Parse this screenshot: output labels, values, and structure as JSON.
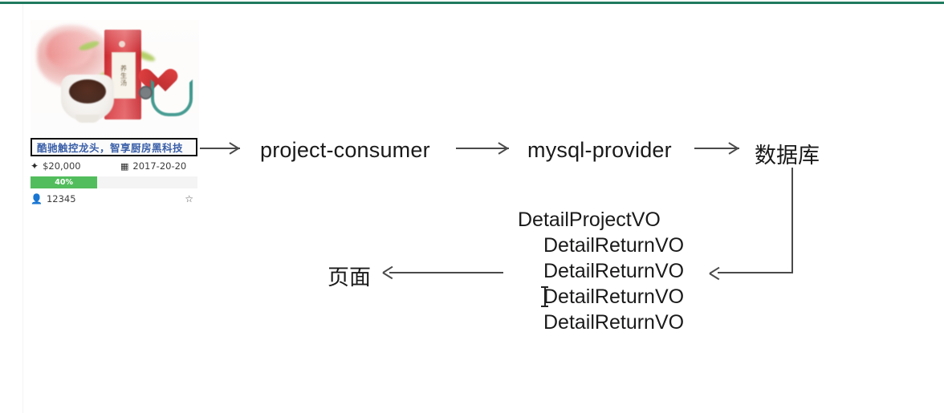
{
  "page": {
    "accent_color": "#1f7a5e",
    "background": "#ffffff"
  },
  "card": {
    "title": "酷驰触控龙头，智享厨房黑科技",
    "title_color": "#3a5fa8",
    "price_icon": "money-icon",
    "price": "$20,000",
    "date_icon": "calendar-icon",
    "date": "2017-20-20",
    "progress_label": "40%",
    "progress_percent": 40,
    "progress_color": "#52bd5c",
    "backers_icon": "user-icon",
    "backers": "12345",
    "favorite_icon": "star-icon",
    "photo_alt": "product-photo"
  },
  "flow": {
    "nodes": [
      {
        "id": "consumer",
        "label": "project-consumer"
      },
      {
        "id": "provider",
        "label": "mysql-provider"
      },
      {
        "id": "database",
        "label": "数据库"
      },
      {
        "id": "page",
        "label": "页面"
      }
    ],
    "arrows": [
      {
        "id": "card-to-consumer",
        "direction": "right"
      },
      {
        "id": "consumer-to-provider",
        "direction": "right"
      },
      {
        "id": "provider-to-database",
        "direction": "right"
      },
      {
        "id": "vo-to-page",
        "direction": "left"
      },
      {
        "id": "database-to-vo",
        "direction": "left-elbow"
      }
    ]
  },
  "vo_block": {
    "lines": [
      {
        "text": "DetailProjectVO",
        "indent": false
      },
      {
        "text": "DetailReturnVO",
        "indent": true
      },
      {
        "text": "DetailReturnVO",
        "indent": true
      },
      {
        "text": "DetailReturnVO",
        "indent": true
      },
      {
        "text": "DetailReturnVO",
        "indent": true
      }
    ]
  },
  "cursor": {
    "type": "text-ibeam"
  }
}
